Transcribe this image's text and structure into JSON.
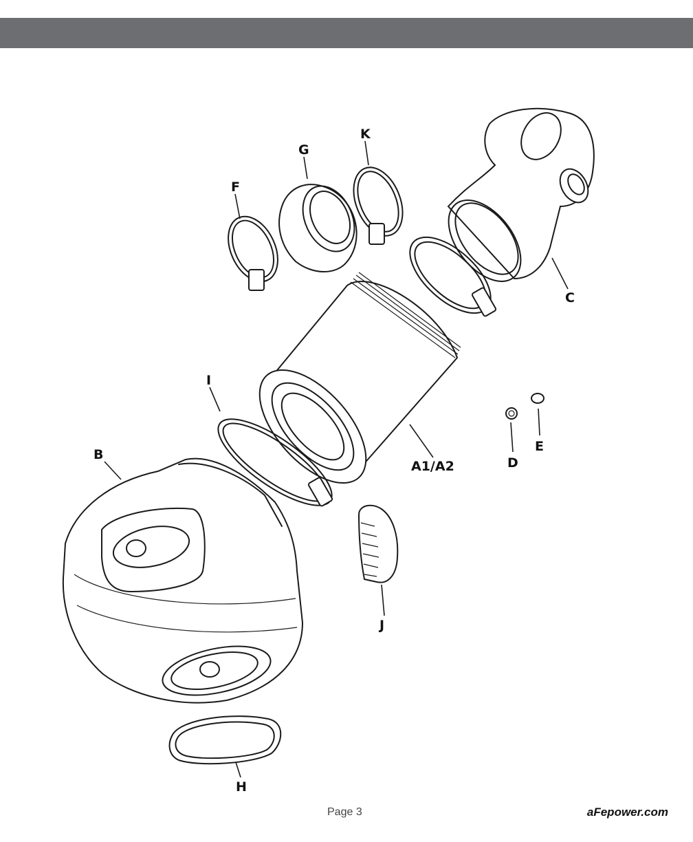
{
  "header": {
    "color": "#6d6e71"
  },
  "labels": {
    "a1a2": "A1/A2",
    "b": "B",
    "c": "C",
    "d": "D",
    "e": "E",
    "f": "F",
    "g": "G",
    "h": "H",
    "i": "I",
    "j": "J",
    "k": "K"
  },
  "footer": {
    "page": "Page 3",
    "site": "aFepower.com"
  }
}
